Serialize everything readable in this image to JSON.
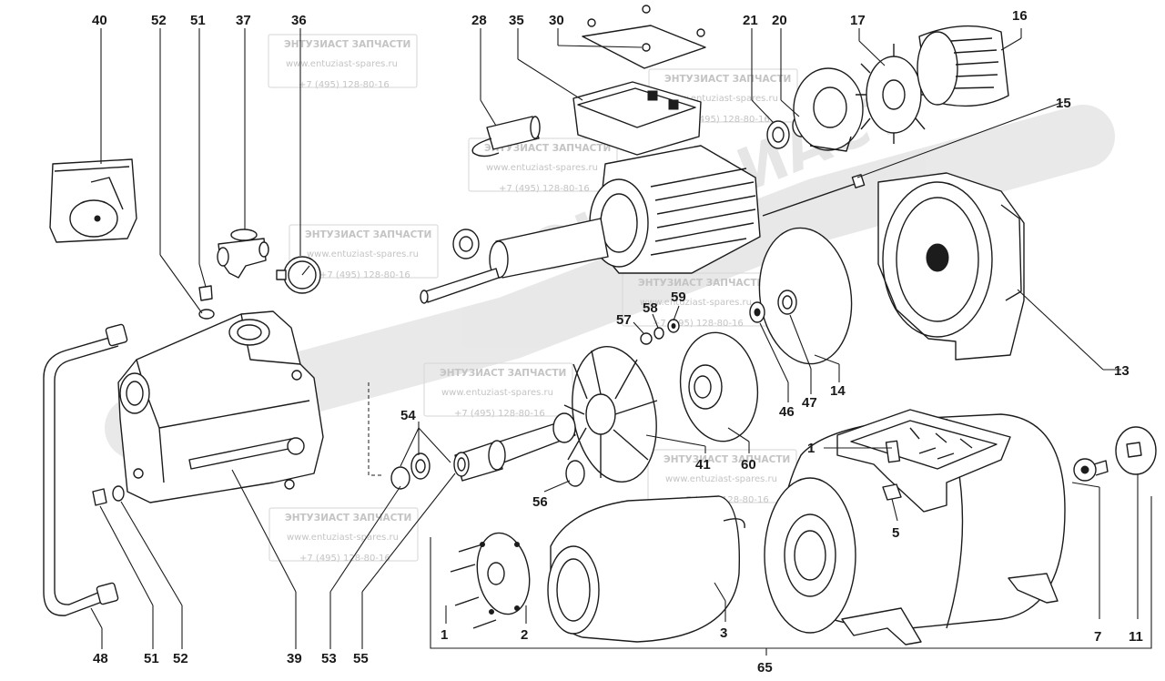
{
  "watermark": {
    "company": "ЭНТУЗИАСТ ЗАПЧАСТИ",
    "website": "www.entuziast-spares.ru",
    "phone": "+7 (495) 128-80-16",
    "brand_arc": "ЭНТУЗИАСТ"
  },
  "callouts": {
    "n40": "40",
    "n52a": "52",
    "n51a": "51",
    "n37": "37",
    "n36": "36",
    "n28": "28",
    "n35": "35",
    "n30": "30",
    "n21": "21",
    "n20": "20",
    "n17": "17",
    "n16": "16",
    "n15": "15",
    "n13": "13",
    "n14": "14",
    "n47": "47",
    "n46": "46",
    "n59": "59",
    "n58": "58",
    "n57": "57",
    "n60": "60",
    "n41": "41",
    "n54": "54",
    "n56": "56",
    "n1a": "1",
    "n5": "5",
    "n7": "7",
    "n11": "11",
    "n1b": "1",
    "n2": "2",
    "n3": "3",
    "n65": "65",
    "n48": "48",
    "n51b": "51",
    "n52b": "52",
    "n39": "39",
    "n53": "53",
    "n55": "55"
  }
}
